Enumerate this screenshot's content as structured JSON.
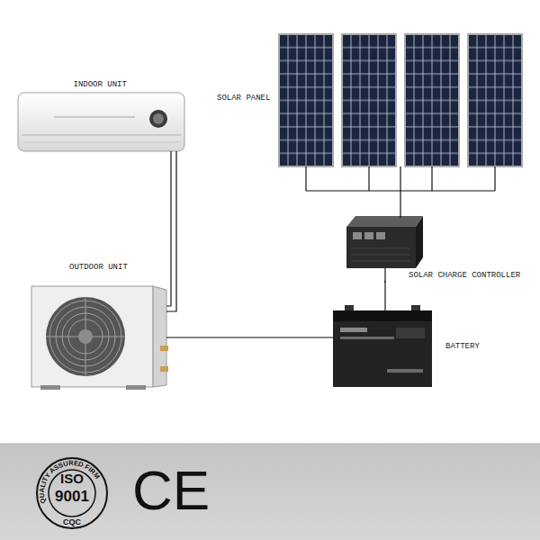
{
  "diagram": {
    "nodes": [
      {
        "text": [
          "INDOOR UNIT"
        ]
      },
      {
        "text": [
          "SOLAR PANEL"
        ]
      },
      {
        "text": [
          "SOLAR CHARGE CONTROLLER"
        ]
      },
      {
        "text": [
          "OUTDOOR UNIT"
        ]
      },
      {
        "text": [
          "BATTERY"
        ]
      }
    ],
    "edges": [
      {
        "from": 0,
        "to": 3,
        "arrow": "none"
      },
      {
        "from": 1,
        "to": 2,
        "arrow": "none"
      },
      {
        "from": 2,
        "to": 4,
        "arrow": "none"
      },
      {
        "from": 4,
        "to": 3,
        "arrow": "none"
      }
    ],
    "labels": [
      "QUALITY ASSURED FIRM",
      "ISO",
      "9001",
      "CQC",
      "CE"
    ]
  }
}
